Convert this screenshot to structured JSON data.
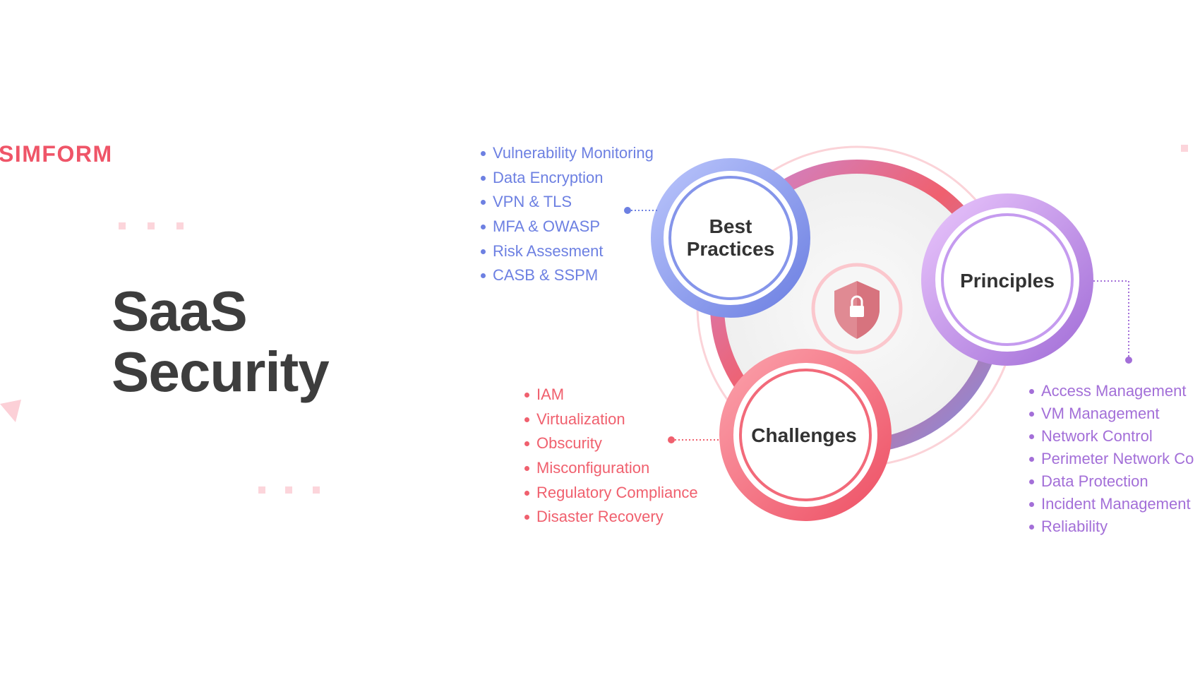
{
  "brand": {
    "logo_text": "SIMFORM",
    "color": "#ef5568"
  },
  "title": {
    "line1": "SaaS",
    "line2": "Security"
  },
  "colors": {
    "best_practices": "#6d80e2",
    "principles": "#a36fd8",
    "challenges": "#f0606e",
    "title": "#3d3d3d"
  },
  "center_icon": "shield-lock-icon",
  "nodes": {
    "best_practices": {
      "label_line1": "Best",
      "label_line2": "Practices",
      "items": [
        "Vulnerability Monitoring",
        "Data Encryption",
        "VPN & TLS",
        "MFA & OWASP",
        "Risk Assesment",
        "CASB & SSPM"
      ]
    },
    "principles": {
      "label": "Principles",
      "items": [
        "Access Management",
        "VM Management",
        "Network Control",
        "Perimeter Network Co",
        "Data Protection",
        "Incident Management",
        "Reliability"
      ]
    },
    "challenges": {
      "label": "Challenges",
      "items": [
        "IAM",
        "Virtualization",
        "Obscurity",
        "Misconfiguration",
        "Regulatory Compliance",
        "Disaster Recovery"
      ]
    }
  }
}
